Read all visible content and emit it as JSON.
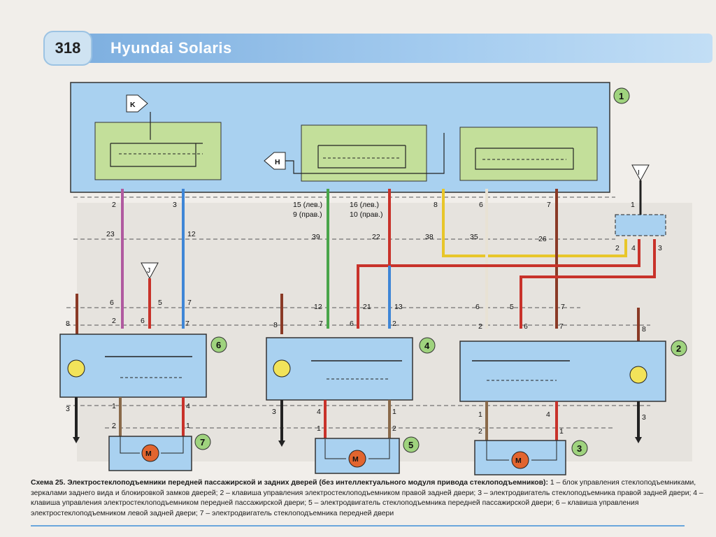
{
  "header": {
    "page_number": "318",
    "title": "Hyundai Solaris"
  },
  "diagram": {
    "block_labels": [
      "1",
      "6",
      "4",
      "2",
      "7",
      "5",
      "3"
    ],
    "connector_letters": [
      "K",
      "H",
      "J",
      "I"
    ],
    "motor_symbol": "M",
    "top_pins": {
      "p2": "2",
      "p3": "3",
      "p15": "15 (лев.)",
      "p9": "9 (прав.)",
      "p16": "16 (лев.)",
      "p10": "10 (прав.)",
      "p8": "8",
      "p6": "6",
      "p7": "7"
    },
    "mid_pins": {
      "p23": "23",
      "p12": "12",
      "p39": "39",
      "p22": "22",
      "p38": "38",
      "p35": "35",
      "p26": "26",
      "p1": "1",
      "p2": "2",
      "p4": "4",
      "p3": "3"
    },
    "lower_pins": {
      "a6": "6",
      "a5": "5",
      "a7": "7",
      "a8": "8",
      "a2": "2",
      "a6b": "6",
      "a7b": "7",
      "b12": "12",
      "b21": "21",
      "b13": "13",
      "b8": "8",
      "b7": "7",
      "b6": "6",
      "b2": "2",
      "c6": "6",
      "c5": "5",
      "c7": "7",
      "c2": "2",
      "c6b": "6",
      "c7b": "7",
      "c8": "8"
    },
    "bottom_pins": {
      "l3": "3",
      "l1": "1",
      "l4": "4",
      "l2": "2",
      "l1b": "1",
      "m3": "3",
      "m4": "4",
      "m1": "1",
      "m1b": "1",
      "m2": "2",
      "r1": "1",
      "r4": "4",
      "r3": "3",
      "r2": "2",
      "r1b": "1"
    }
  },
  "caption": {
    "lead": "Схема 25. Электростеклоподъемники передней пассажирской и задних дверей (без интеллектуального модуля привода стеклоподъемников):",
    "text": " 1 – блок управления стеклоподъемниками, зеркалами заднего вида и блокировкой замков дверей; 2 – клавиша управления электростеклоподъемником правой задней двери; 3 – электродвигатель стеклоподъемника правой задней двери; 4 – клавиша управления электростеклоподъемником передней пассажирской двери; 5 – электродвигатель стеклоподъемника передней пассажирской двери; 6 – клавиша управления электростеклоподъемником левой задней двери; 7 – электродвигатель стеклоподъемника передней двери"
  },
  "colors": {
    "block_blue": "#a9d1f0",
    "switch_green": "#c3df9a",
    "wire_violet": "#b05aa0",
    "wire_blue": "#3f86d6",
    "wire_green": "#49a54a",
    "wire_red": "#c8322a",
    "wire_yellow": "#e8c62a",
    "wire_white": "#e8e2d4",
    "wire_brown": "#8a3a26",
    "wire_black": "#222222",
    "badge_green": "#9fd37e"
  }
}
